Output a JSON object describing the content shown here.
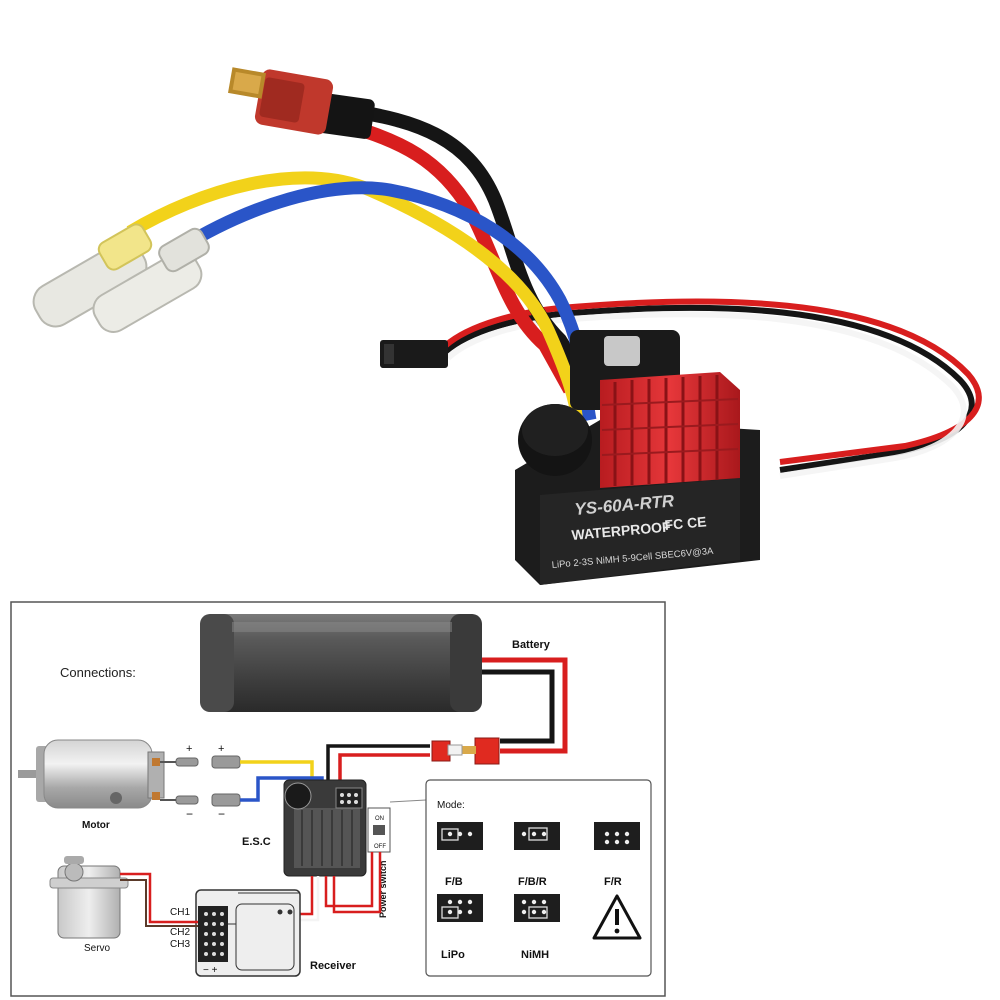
{
  "product_photo": {
    "label_model": "YS-60A-RTR",
    "label_waterproof": "WATERPROOF",
    "label_cert": "FC CE",
    "label_specs": "LiPo 2-3S  NiMH 5-9Cell SBEC6V@3A",
    "wire_colors": {
      "red": "#d81e1e",
      "black": "#151515",
      "yellow": "#f2d21a",
      "blue": "#2a55c8",
      "white": "#f4f4f4",
      "heatsink": "#d8262a",
      "case": "#1c1c1c"
    }
  },
  "diagram": {
    "connections_label": "Connections:",
    "battery_label": "Battery",
    "motor_label": "Motor",
    "esc_label": "E.S.C",
    "servo_label": "Servo",
    "receiver_label": "Receiver",
    "power_switch_label": "Power switch",
    "switch_on": "ON",
    "switch_off": "OFF",
    "plus_sign": "+",
    "minus_sign": "−",
    "channels": [
      "CH1",
      "CH2",
      "CH3"
    ],
    "receiver_polarity": "− +",
    "mode": {
      "title": "Mode:",
      "row_labels": [
        "F/B",
        "F/B/R",
        "F/R"
      ],
      "battery_labels": [
        "LiPo",
        "NiMH"
      ],
      "warning_icon": "warning-triangle-icon"
    }
  }
}
